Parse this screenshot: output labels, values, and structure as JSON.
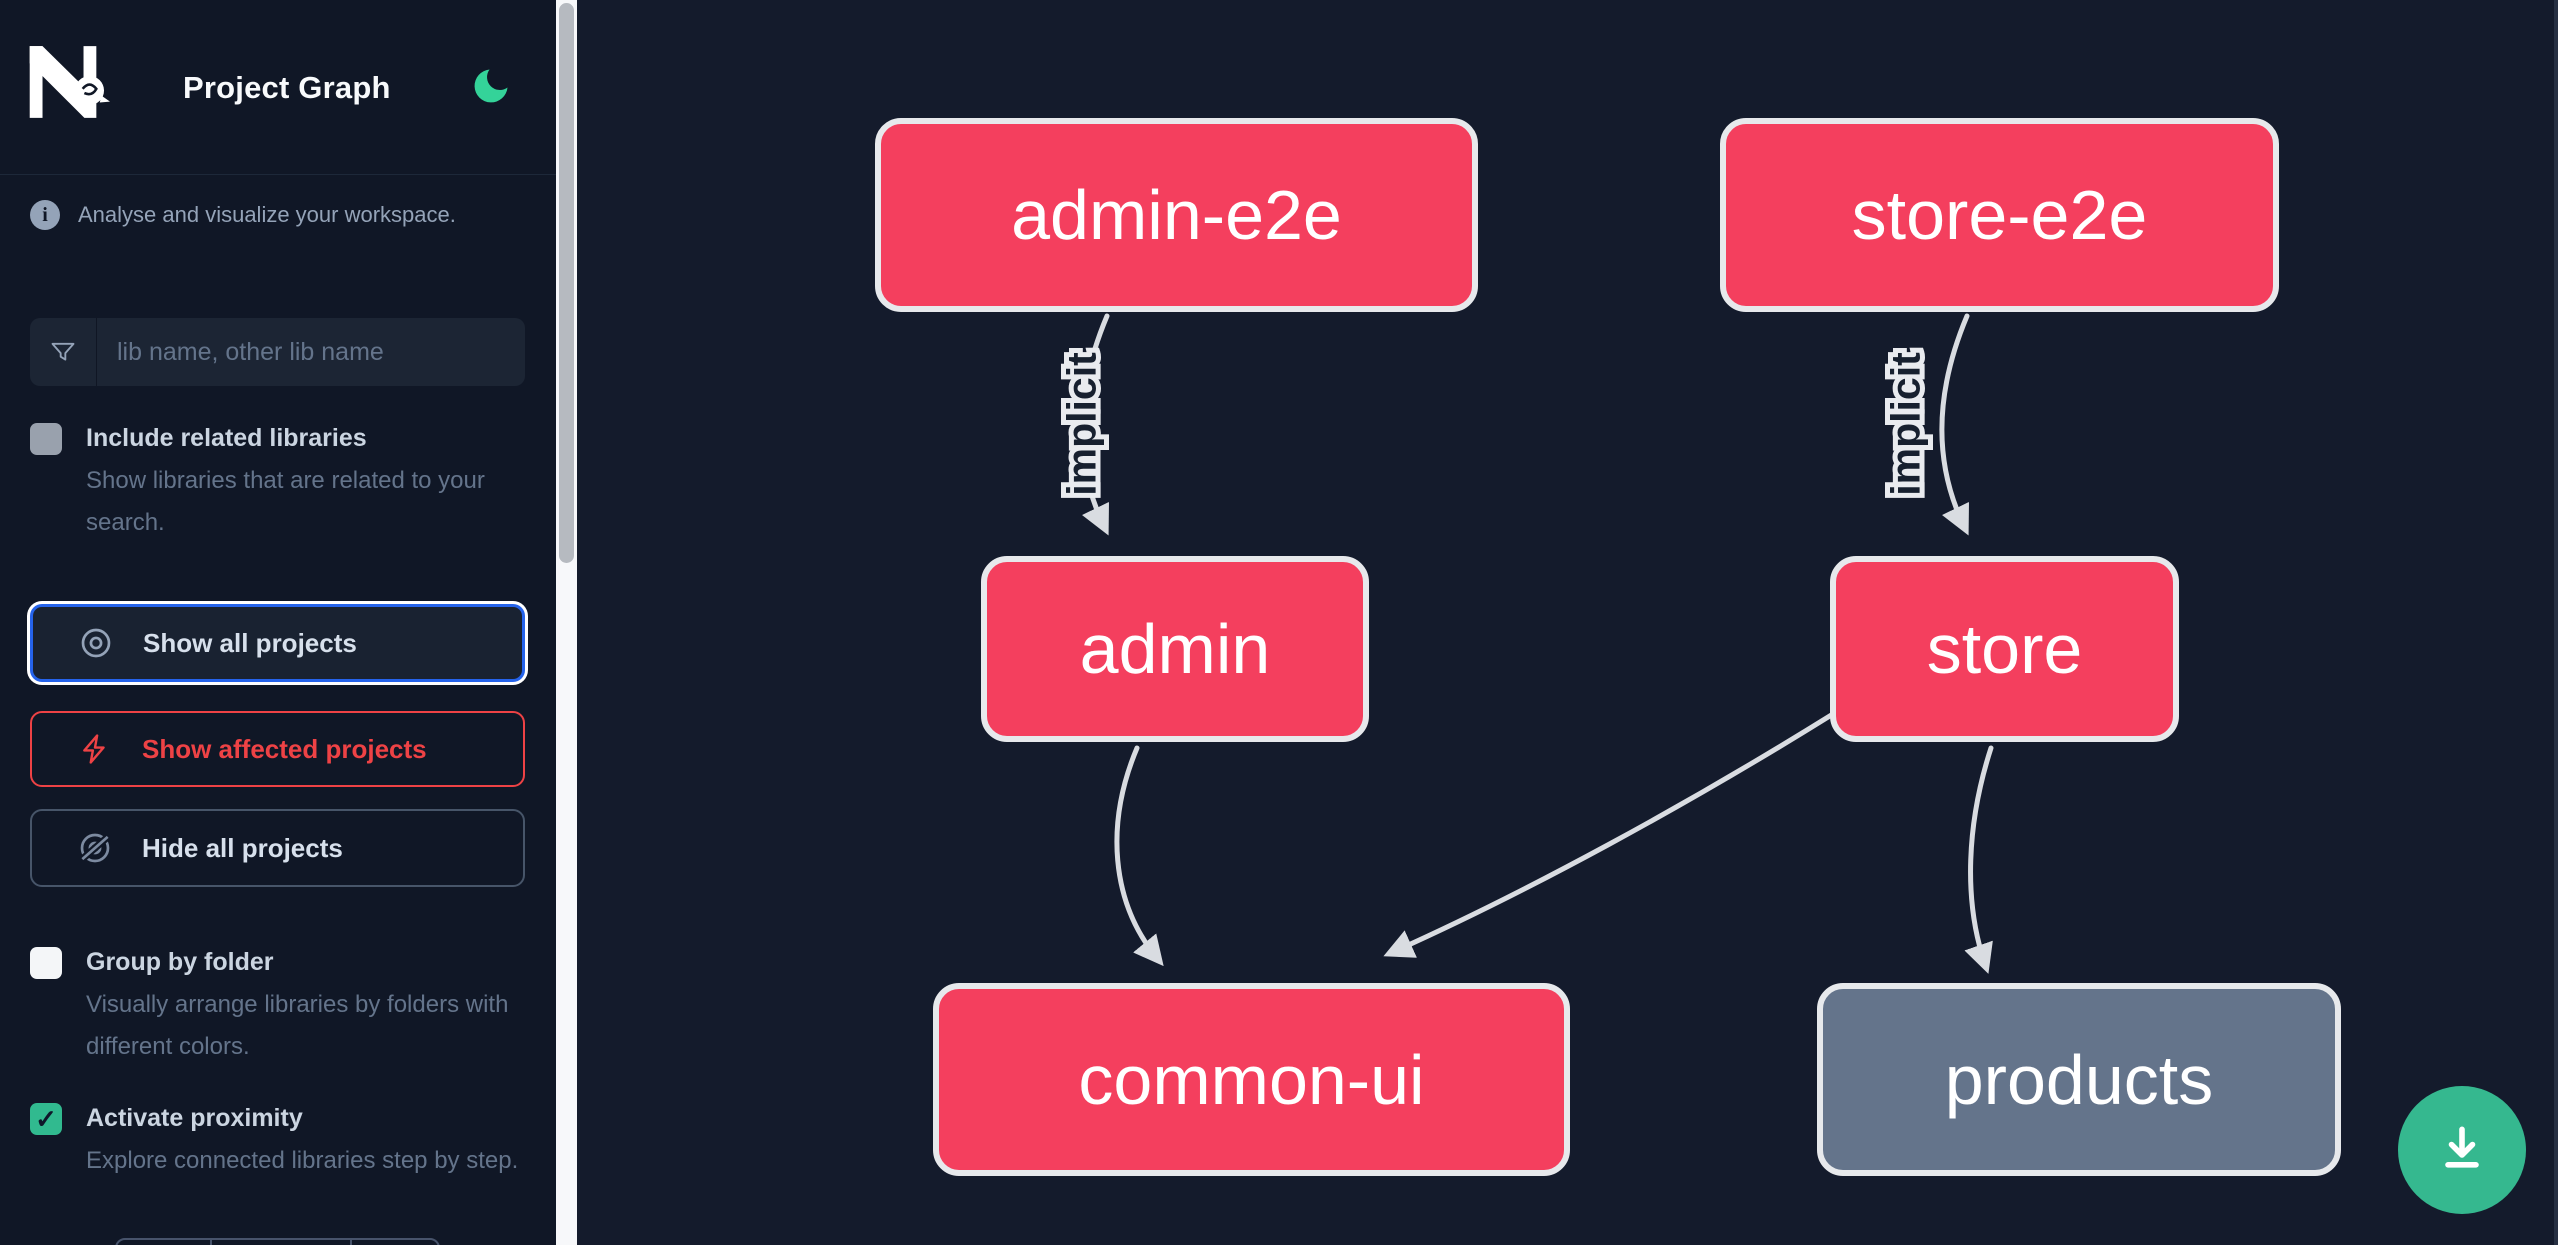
{
  "header": {
    "title": "Project Graph"
  },
  "sidebar": {
    "tagline": "Analyse and visualize your workspace.",
    "search": {
      "placeholder": "lib name, other lib name",
      "value": ""
    },
    "toggles": {
      "related": {
        "label": "Include related libraries",
        "description": "Show libraries that are related to your search.",
        "checked": false
      },
      "group_folder": {
        "label": "Group by folder",
        "description": "Visually arrange libraries by folders with different colors.",
        "checked": false
      },
      "proximity": {
        "label": "Activate proximity",
        "description": "Explore connected libraries step by step.",
        "checked": true,
        "check_glyph": "✓"
      }
    },
    "buttons": {
      "show_all": "Show all projects",
      "show_affected": "Show affected projects",
      "hide_all": "Hide all projects"
    }
  },
  "graph": {
    "nodes": [
      {
        "id": "admin-e2e",
        "label": "admin-e2e",
        "status": "affected",
        "color": "#f43f5e"
      },
      {
        "id": "store-e2e",
        "label": "store-e2e",
        "status": "affected",
        "color": "#f43f5e"
      },
      {
        "id": "admin",
        "label": "admin",
        "status": "affected",
        "color": "#f43f5e"
      },
      {
        "id": "store",
        "label": "store",
        "status": "affected",
        "color": "#f43f5e"
      },
      {
        "id": "common-ui",
        "label": "common-ui",
        "status": "affected",
        "color": "#f43f5e"
      },
      {
        "id": "products",
        "label": "products",
        "status": "unaffected",
        "color": "#64748b"
      }
    ],
    "edges": [
      {
        "source": "admin-e2e",
        "target": "admin",
        "label": "implicit"
      },
      {
        "source": "store-e2e",
        "target": "store",
        "label": "implicit"
      },
      {
        "source": "admin",
        "target": "common-ui",
        "label": ""
      },
      {
        "source": "store",
        "target": "common-ui",
        "label": ""
      },
      {
        "source": "store",
        "target": "products",
        "label": ""
      }
    ]
  },
  "colors": {
    "affected_node": "#f43f5e",
    "unaffected_node": "#64748b",
    "node_border": "#e7e9ec",
    "edge": "#d9dce1",
    "accent_green": "#35b88f",
    "moon_green": "#34d399",
    "focus_ring_blue": "#2563eb",
    "affected_red": "#ee4245",
    "sidebar_bg": "#101726",
    "canvas_bg": "#141b2c"
  }
}
